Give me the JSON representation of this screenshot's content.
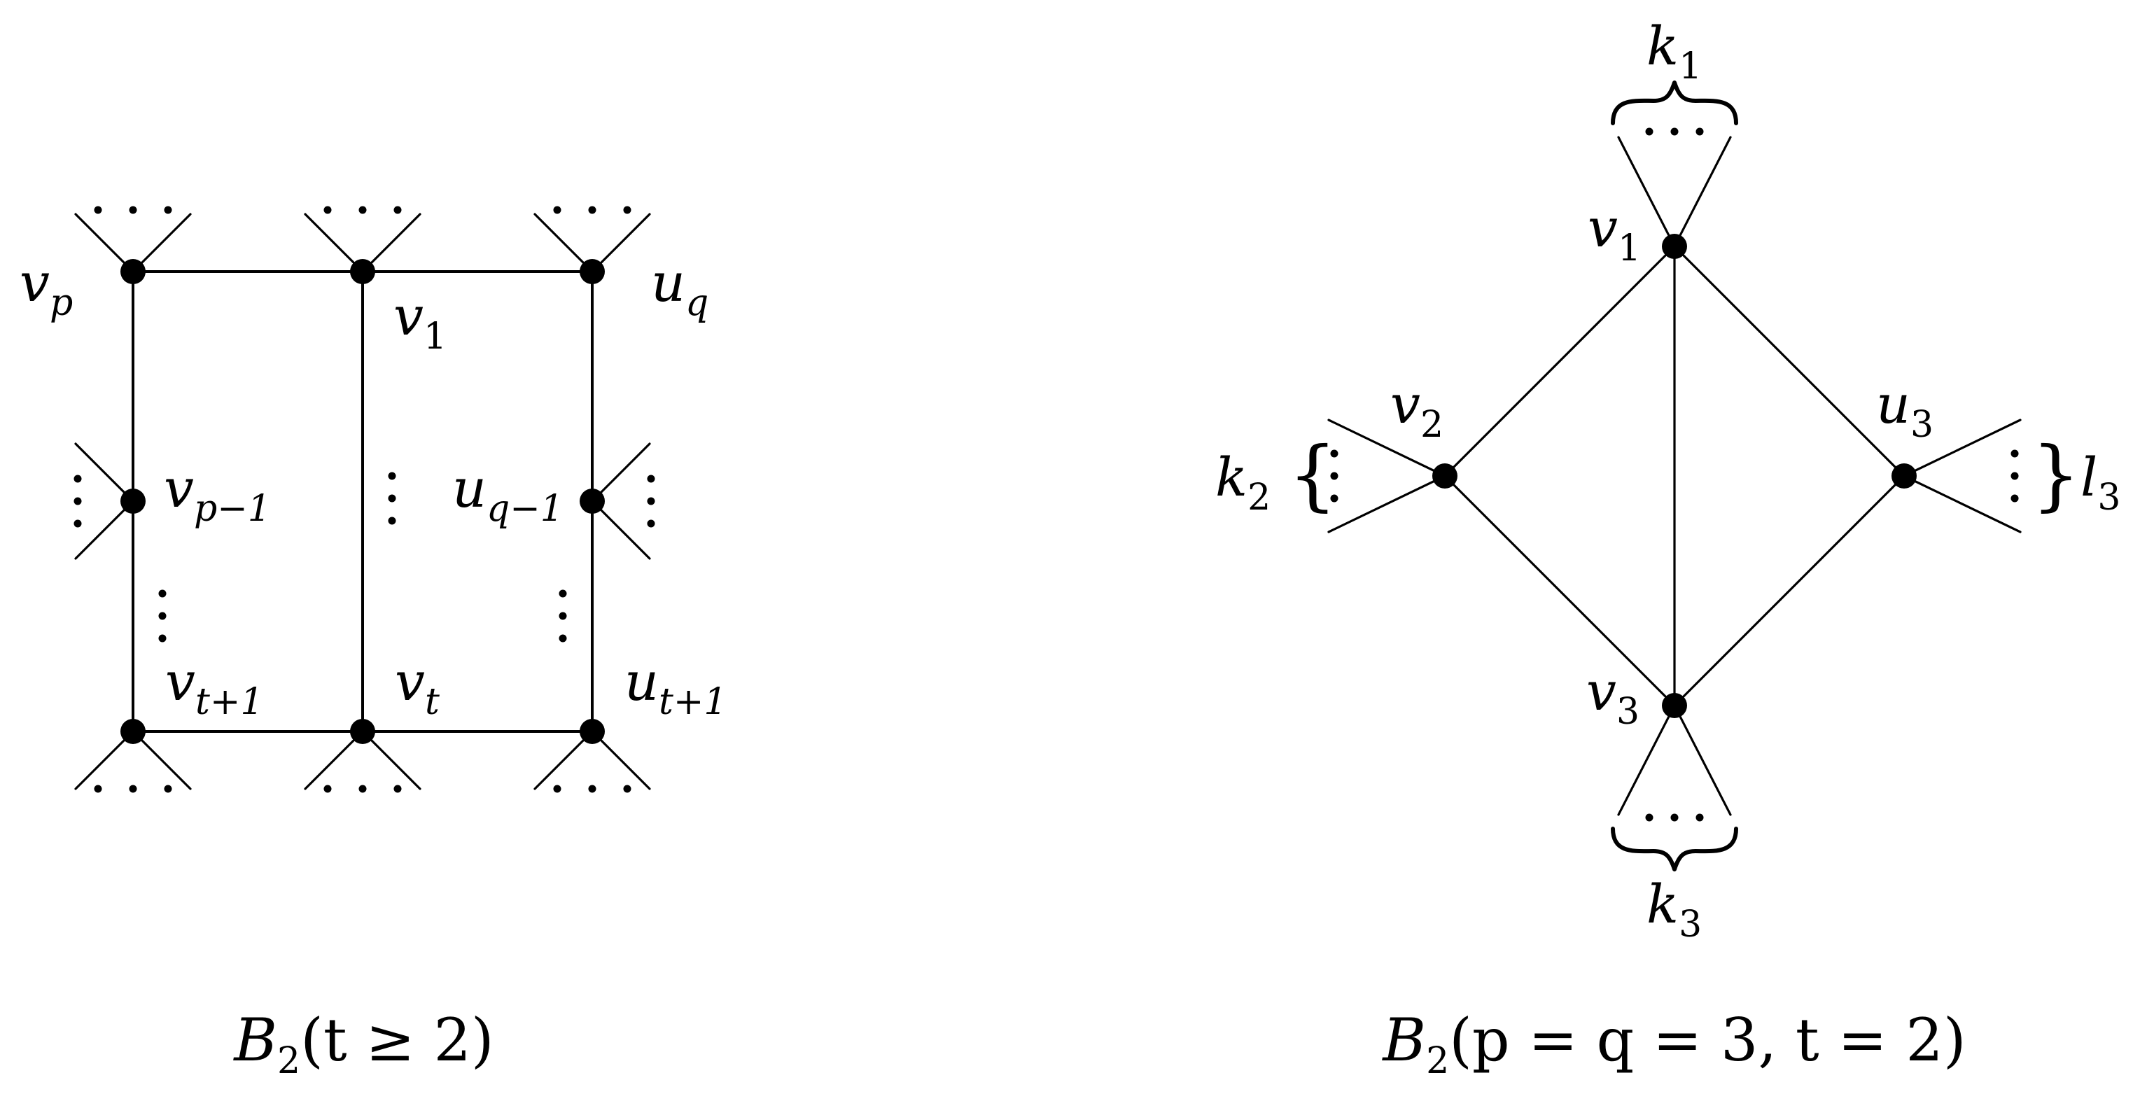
{
  "left_diagram": {
    "caption": {
      "main": "B",
      "sub": "2",
      "args": "(t ≥ 2)"
    },
    "labels": {
      "vp": {
        "main": "v",
        "sub": "p"
      },
      "v1": {
        "main": "v",
        "sub": "1"
      },
      "uq": {
        "main": "u",
        "sub": "q"
      },
      "vp1": {
        "main": "v",
        "sub": "p−1"
      },
      "uq1": {
        "main": "u",
        "sub": "q−1"
      },
      "vt1": {
        "main": "v",
        "sub": "t+1"
      },
      "vt": {
        "main": "v",
        "sub": "t"
      },
      "ut1": {
        "main": "u",
        "sub": "t+1"
      }
    }
  },
  "right_diagram": {
    "caption": {
      "main": "B",
      "sub": "2",
      "args": "(p = q = 3, t = 2)"
    },
    "labels": {
      "v1": {
        "main": "v",
        "sub": "1"
      },
      "v2": {
        "main": "v",
        "sub": "2"
      },
      "u3": {
        "main": "u",
        "sub": "3"
      },
      "v3": {
        "main": "v",
        "sub": "3"
      }
    },
    "brace_labels": {
      "k1": {
        "main": "k",
        "sub": "1"
      },
      "k2": {
        "main": "k",
        "sub": "2"
      },
      "k3": {
        "main": "k",
        "sub": "3"
      },
      "l3": {
        "main": "l",
        "sub": "3"
      }
    },
    "brace_chars": {
      "open": "{",
      "close": "}"
    }
  }
}
